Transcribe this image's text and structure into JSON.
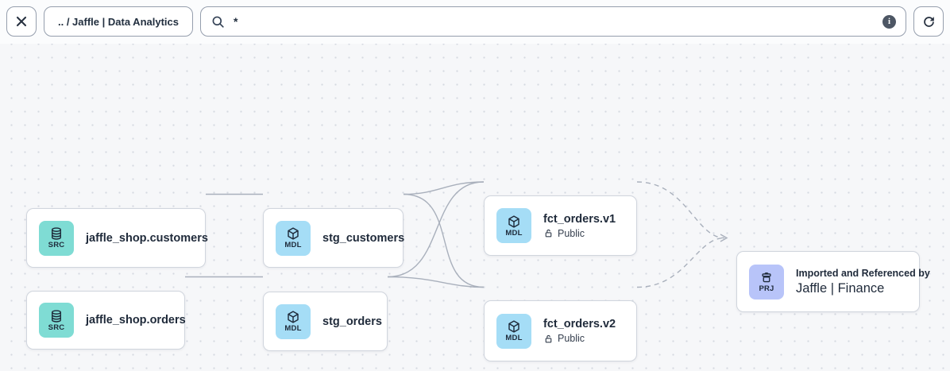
{
  "topbar": {
    "breadcrumb": ".. / Jaffle | Data Analytics",
    "search_value": "*",
    "info_label": "i"
  },
  "nodes": {
    "src_customers": {
      "type": "SRC",
      "label": "jaffle_shop.customers"
    },
    "src_orders": {
      "type": "SRC",
      "label": "jaffle_shop.orders"
    },
    "stg_customers": {
      "type": "MDL",
      "label": "stg_customers"
    },
    "stg_orders": {
      "type": "MDL",
      "label": "stg_orders"
    },
    "fct_orders_v1": {
      "type": "MDL",
      "label": "fct_orders.v1",
      "access": "Public"
    },
    "fct_orders_v2": {
      "type": "MDL",
      "label": "fct_orders.v2",
      "access": "Public"
    },
    "prj_finance": {
      "type": "PRJ",
      "caption": "Imported and Referenced by",
      "label": "Jaffle | Finance"
    }
  },
  "colors": {
    "src_badge": "#7fdcd4",
    "mdl_badge": "#a5ddf6",
    "prj_badge": "#b8c4f9",
    "edge": "#a9b0bc",
    "text": "#1f2a3a"
  }
}
